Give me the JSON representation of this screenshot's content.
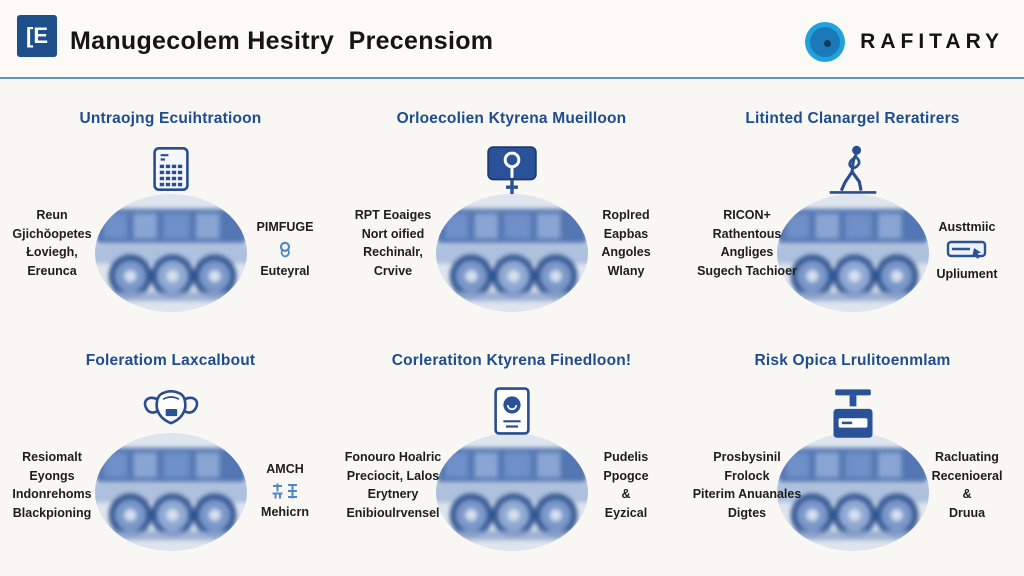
{
  "header": {
    "logo_glyph": "[E",
    "title": "Manugecolem Hesitry  Precensiom",
    "brand_name": "RAFITARY"
  },
  "colors": {
    "title_blue": "#1e4c8f",
    "icon_blue": "#2a5298",
    "brand_blue": "#22a2dc",
    "divider": "#5d97b5",
    "circle_bg": "#dfe5ee"
  },
  "sections": [
    {
      "id": "untraojng-ecuihtratioon",
      "title": "Untraojng Ecuihtratioon",
      "icon": "calculator-icon",
      "image": "blurred-machine-photo",
      "left": [
        "Reun",
        "Gjichŏopetes",
        "Łoviegh,",
        "Ereunca"
      ],
      "right": [
        "PIMFUGE",
        "Euteyral"
      ],
      "right_icon": "swirl-glyph-icon"
    },
    {
      "id": "orloecolien-ktyrena-mueilloon",
      "title": "Orloecolien Ktyrena Mueilloon",
      "icon": "scanner-key-icon",
      "image": "blurred-machine-photo",
      "left": [
        "RPT Eoaiges",
        "Nort oified",
        "Rechinalr,",
        "Crvive"
      ],
      "right": [
        "Roplred",
        "Eapbas",
        "Angoles",
        "Wlany"
      ]
    },
    {
      "id": "litinted-clanargel-reratirers",
      "title": "Litinted Clanargel Reratirers",
      "icon": "walking-person-icon",
      "image": "blurred-machine-photo",
      "left": [
        "RICON+",
        "Rathentous",
        "Angliges",
        "Sugech Tachioer"
      ],
      "right": [
        "Austtmiic",
        "Upliument"
      ],
      "right_icon": "button-glyph-icon"
    },
    {
      "id": "foleratiom-laxcalbout",
      "title": "Foleratiom Laxcalbout",
      "icon": "face-mask-icon",
      "image": "blurred-machine-photo",
      "left": [
        "Resiomalt",
        "Eyongs",
        "Indonrehoms",
        "Blackpioning"
      ],
      "right": [
        "AMCH",
        "Mehicrn"
      ],
      "right_icon": "cjk-glyph-icon"
    },
    {
      "id": "corleratiton-ktyrena-finedloon",
      "title": "Corleratiton Ktyrena Finedloon!",
      "icon": "id-card-icon",
      "image": "blurred-machine-photo",
      "left": [
        "Fonouro Hoalric",
        "Preciocit, Lalos",
        "Erytnery",
        "Enibioulrvensel"
      ],
      "right": [
        "Pudelis",
        "Ppogce",
        "&",
        "Eyzical"
      ]
    },
    {
      "id": "risk-opica-lrulitoenmlam",
      "title": "Risk Opica Lrulitoenmlam",
      "icon": "funnel-machine-icon",
      "image": "blurred-machine-photo",
      "left": [
        "Prosbysinil",
        "Frolock",
        "Piterim Anuanales",
        "Digtes"
      ],
      "right": [
        "Racluating",
        "Recenioeral",
        "&",
        "Druua"
      ]
    }
  ]
}
